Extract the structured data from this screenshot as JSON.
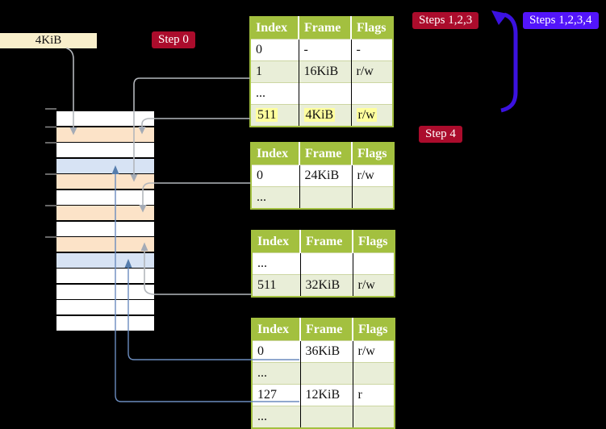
{
  "labels": {
    "frame_pointer": "4KiB",
    "step0": "Step 0",
    "steps_123": "Steps 1,2,3",
    "steps_1234": "Steps 1,2,3,4",
    "step4": "Step 4"
  },
  "colors": {
    "header_green": "#a3c03f",
    "row_green": "#e9eed8",
    "peach": "#fce3c8",
    "blue_row": "#d7e3f4",
    "highlight_yellow": "#ffff9e",
    "red_label": "#ab0c2c",
    "blue_label": "#5315fb",
    "arrow_blue": "#3b12e0",
    "connector_gray": "#b3b7bc",
    "connector_blue": "#6b8cbe",
    "cream_box": "#f9efcb"
  },
  "memory": {
    "row_types": [
      "data",
      "pagetable",
      "data",
      "mapped",
      "pagetable",
      "data",
      "pagetable",
      "data",
      "pagetable",
      "mapped",
      "data",
      "data",
      "data",
      "data"
    ]
  },
  "tables": [
    {
      "id": "page-table-top",
      "headers": [
        "Index",
        "Frame",
        "Flags"
      ],
      "rows": [
        {
          "cells": [
            "0",
            "-",
            "-"
          ],
          "shaded": false,
          "highlight": false
        },
        {
          "cells": [
            "1",
            "16KiB",
            "r/w"
          ],
          "shaded": true,
          "highlight": false
        },
        {
          "cells": [
            "...",
            "",
            ""
          ],
          "shaded": false,
          "highlight": false
        },
        {
          "cells": [
            "511",
            "4KiB",
            "r/w"
          ],
          "shaded": true,
          "highlight": true
        }
      ]
    },
    {
      "id": "page-table-second",
      "headers": [
        "Index",
        "Frame",
        "Flags"
      ],
      "rows": [
        {
          "cells": [
            "0",
            "24KiB",
            "r/w"
          ],
          "shaded": false,
          "highlight": false
        },
        {
          "cells": [
            "...",
            "",
            ""
          ],
          "shaded": true,
          "highlight": false
        }
      ]
    },
    {
      "id": "page-table-third",
      "headers": [
        "Index",
        "Frame",
        "Flags"
      ],
      "rows": [
        {
          "cells": [
            "...",
            "",
            ""
          ],
          "shaded": false,
          "highlight": false
        },
        {
          "cells": [
            "511",
            "32KiB",
            "r/w"
          ],
          "shaded": true,
          "highlight": false
        }
      ]
    },
    {
      "id": "page-table-fourth",
      "headers": [
        "Index",
        "Frame",
        "Flags"
      ],
      "rows": [
        {
          "cells": [
            "0",
            "36KiB",
            "r/w"
          ],
          "shaded": false,
          "highlight": false
        },
        {
          "cells": [
            "...",
            "",
            ""
          ],
          "shaded": true,
          "highlight": false
        },
        {
          "cells": [
            "127",
            "12KiB",
            "r"
          ],
          "shaded": false,
          "highlight": false
        },
        {
          "cells": [
            "...",
            "",
            ""
          ],
          "shaded": true,
          "highlight": false
        }
      ]
    }
  ]
}
